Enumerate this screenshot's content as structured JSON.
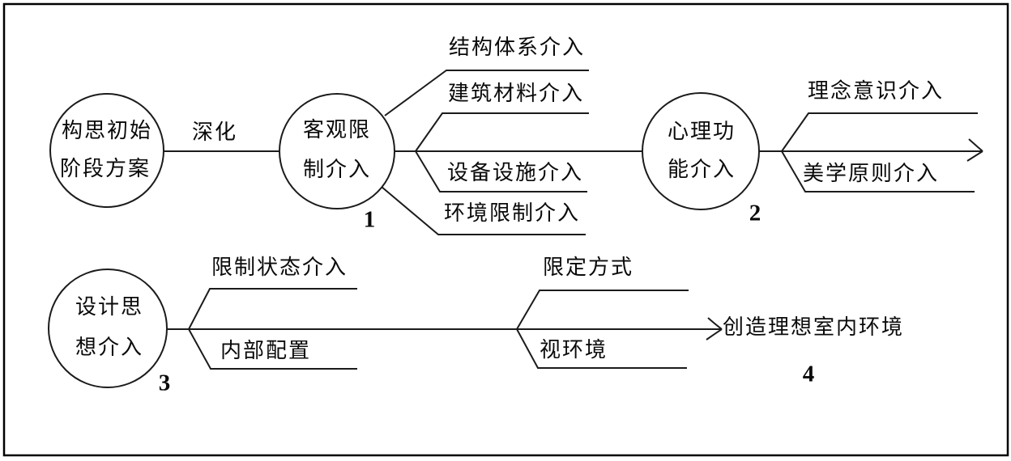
{
  "colors": {
    "line": "#1b1b1b",
    "background": "#ffffff",
    "text": "#0a0a0a"
  },
  "nodes": {
    "start": {
      "line1": "构思初始",
      "line2": "阶段方案"
    },
    "objective": {
      "line1": "客观限",
      "line2": "制介入",
      "number": "1"
    },
    "psych": {
      "line1": "心理功",
      "line2": "能介入",
      "number": "2"
    },
    "design": {
      "line1": "设计思",
      "line2": "想介入",
      "number": "3"
    }
  },
  "edges": {
    "deepen_label": "深化"
  },
  "branches": {
    "objective": [
      "结构体系介入",
      "建筑材料介入",
      "设备设施介入",
      "环境限制介入"
    ],
    "psych": [
      "理念意识介入",
      "美学原则介入"
    ],
    "design": [
      "限制状态介入",
      "内部配置"
    ],
    "mode": [
      "限定方式",
      "视环境"
    ],
    "mode_number": "4"
  },
  "result_label": "创造理想室内环境"
}
